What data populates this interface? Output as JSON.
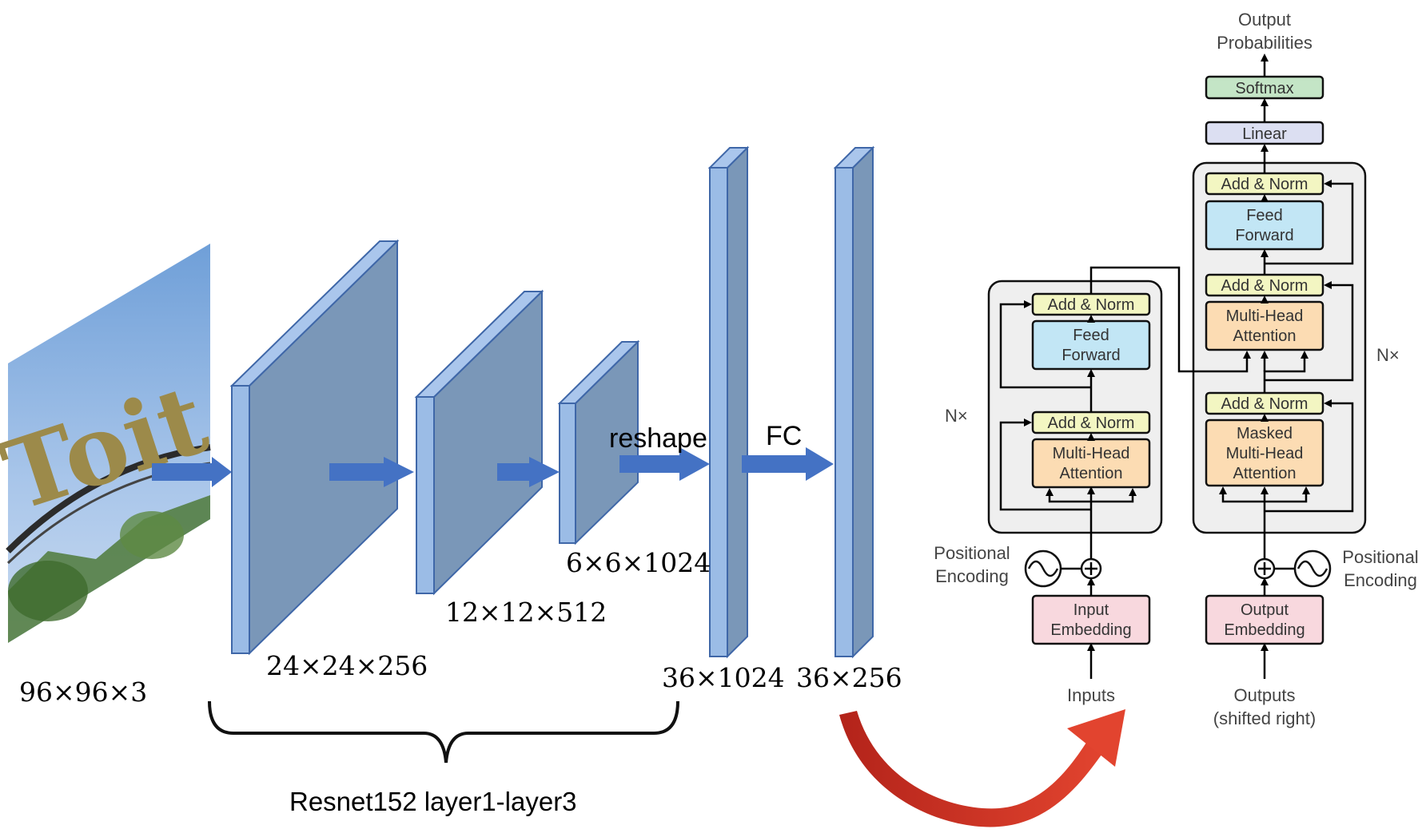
{
  "cnn": {
    "input_dim": "96×96×3",
    "layer1_dim": "24×24×256",
    "layer2_dim": "12×12×512",
    "layer3_dim": "6×6×1024",
    "reshape_label": "reshape",
    "reshape_dim": "36×1024",
    "fc_label": "FC",
    "fc_dim": "36×256",
    "brace_label": "Resnet152 layer1-layer3",
    "image_text": "Toit"
  },
  "transformer": {
    "output_probs_line1": "Output",
    "output_probs_line2": "Probabilities",
    "softmax": "Softmax",
    "linear": "Linear",
    "add_norm": "Add & Norm",
    "feed_forward_line1": "Feed",
    "feed_forward_line2": "Forward",
    "multi_head_line1": "Multi-Head",
    "multi_head_line2": "Attention",
    "masked_line1": "Masked",
    "masked_line2": "Multi-Head",
    "masked_line3": "Attention",
    "nx": "N×",
    "pos_enc_line1": "Positional",
    "pos_enc_line2": "Encoding",
    "input_emb_line1": "Input",
    "input_emb_line2": "Embedding",
    "output_emb_line1": "Output",
    "output_emb_line2": "Embedding",
    "inputs": "Inputs",
    "outputs_line1": "Outputs",
    "outputs_line2": "(shifted right)"
  },
  "colors": {
    "layer_front": "#9bbce6",
    "layer_side": "#7a97b8",
    "arrow_blue": "#4472c4",
    "add_norm": "#f3f6c2",
    "feed_forward": "#c2e6f5",
    "attention": "#fcdcb3",
    "softmax": "#c4e5c6",
    "linear": "#dcdff2",
    "embedding": "#f8d8de",
    "block_bg": "#efefef",
    "red_arrow": "#d63a2a"
  }
}
